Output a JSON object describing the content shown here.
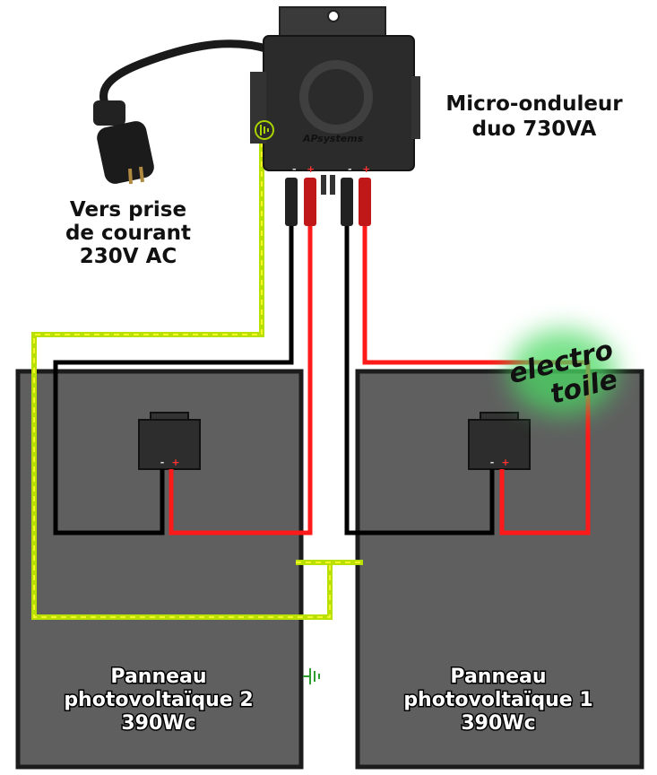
{
  "inverter": {
    "title_line1": "Micro-onduleur",
    "title_line2": "duo 730VA",
    "brand": "APsystems",
    "minus": "-",
    "plus": "+"
  },
  "plug": {
    "line1": "Vers prise",
    "line2": "de courant",
    "line3": "230V AC"
  },
  "panel_left": {
    "line1": "Panneau",
    "line2": "photovoltaïque 2",
    "line3": "390Wc"
  },
  "panel_right": {
    "line1": "Panneau",
    "line2": "photovoltaïque 1",
    "line3": "390Wc"
  },
  "watermark": {
    "line1": "electro",
    "line2": "toile"
  },
  "junction_box": {
    "minus": "-",
    "plus": "+"
  },
  "colors": {
    "panel": "#5f5f5f",
    "panel_border": "#1c1c1c",
    "wire_positive": "#ff1a1a",
    "wire_negative": "#000000",
    "earth_green": "#b8e000",
    "earth_yellow": "#f5f528",
    "inverter_body": "#2b2b2b",
    "watermark_glow": "#4cd964"
  },
  "icons": {
    "earth": "earth-ground-icon",
    "ground_symbol": "ground-symbol-icon",
    "plug": "schuko-plug-icon"
  }
}
